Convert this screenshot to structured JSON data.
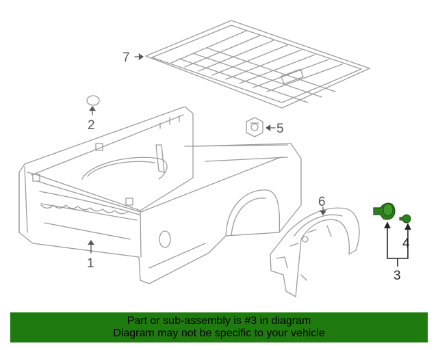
{
  "diagram": {
    "callouts": {
      "c1": "1",
      "c2": "2",
      "c3": "3",
      "c4": "4",
      "c5": "5",
      "c6": "6",
      "c7": "7"
    },
    "highlight_color": "#2e7d1e"
  },
  "banner": {
    "line1": "Part or sub-assembly is #3 in diagram",
    "line2": "Diagram may not be specific to your vehicle",
    "background": "#1f7a10"
  }
}
